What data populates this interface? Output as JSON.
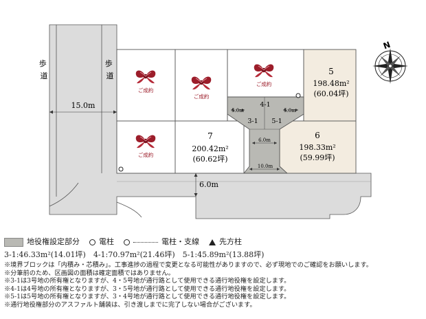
{
  "streets": {
    "sidewalk_left": "歩道",
    "sidewalk_right": "歩道",
    "main_width": "15.0m",
    "side_width": "6.0m"
  },
  "lots": {
    "sold_label": "ご成約",
    "lot5": {
      "number": "5",
      "area": "198.48m²",
      "tsubo": "(60.04坪)"
    },
    "lot6": {
      "number": "6",
      "area": "198.33m²",
      "tsubo": "(59.99坪)"
    },
    "lot7": {
      "number": "7",
      "area": "200.42m²",
      "tsubo": "(60.62坪)"
    }
  },
  "easement": {
    "label_4_1": "4-1",
    "label_3_1": "3-1",
    "label_5_1": "5-1",
    "dim_left": "5.0m",
    "dim_right": "5.0m",
    "dim_mid": "6.0m",
    "dim_bottom": "10.0m"
  },
  "compass": {
    "north": "N"
  },
  "legend": {
    "easement_part": "地役権設定部分",
    "pole": "電柱",
    "pole_stay": "電柱・支線",
    "tip_post": "先方柱"
  },
  "areas_line": "3-1:46.33m²(14.01坪)　4-1:70.97m²(21.46坪)　5-1:45.89m²(13.88坪)",
  "notes": [
    "※境界ブロックは「内積み・芯積み」。工事進捗の過程で変更となる可能性がありますので、必ず現地でのご確認をお願いします。",
    "※分筆前のため、区画図の面積は確定面積ではありません。",
    "※3-1は3号地の所有権となりますが、4・5号地が通行路として使用できる通行地役権を設定します。",
    "※4-1は4号地の所有権となりますが、3・5号地が通行路として使用できる通行地役権を設定します。",
    "※5-1は5号地の所有権となりますが、3・4号地が通行路として使用できる通行地役権を設定します。",
    "※通行地役権部分のアスファルト舗装は、引き渡しまでに完了しない場合がございます。"
  ],
  "colors": {
    "road": "#dcdcdc",
    "lot_highlight": "#f3ece0",
    "easement": "#b9b9b4",
    "bow": "#9c1d2a"
  }
}
